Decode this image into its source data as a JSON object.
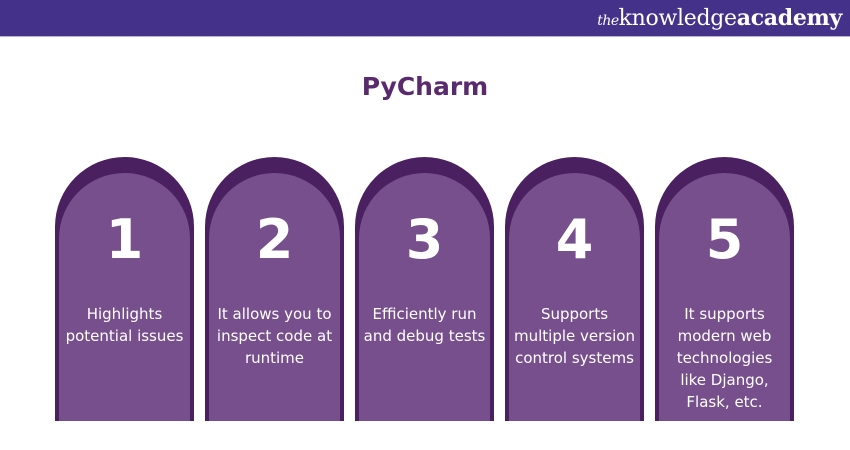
{
  "header": {
    "brand_the": "the",
    "brand_knowledge": "knowledge",
    "brand_academy": "academy",
    "background": "#44318a"
  },
  "title": "PyCharm",
  "colors": {
    "title": "#5a2a6e",
    "card_outer": "#4a2060",
    "card_inner": "#774f8c",
    "card_text": "#ffffff"
  },
  "cards": [
    {
      "number": "1",
      "text": "Highlights potential issues"
    },
    {
      "number": "2",
      "text": "It allows you to inspect code at runtime"
    },
    {
      "number": "3",
      "text": "Efficiently run and debug tests"
    },
    {
      "number": "4",
      "text": "Supports multiple version control systems"
    },
    {
      "number": "5",
      "text": "It supports modern web technologies like Django, Flask, etc."
    }
  ]
}
